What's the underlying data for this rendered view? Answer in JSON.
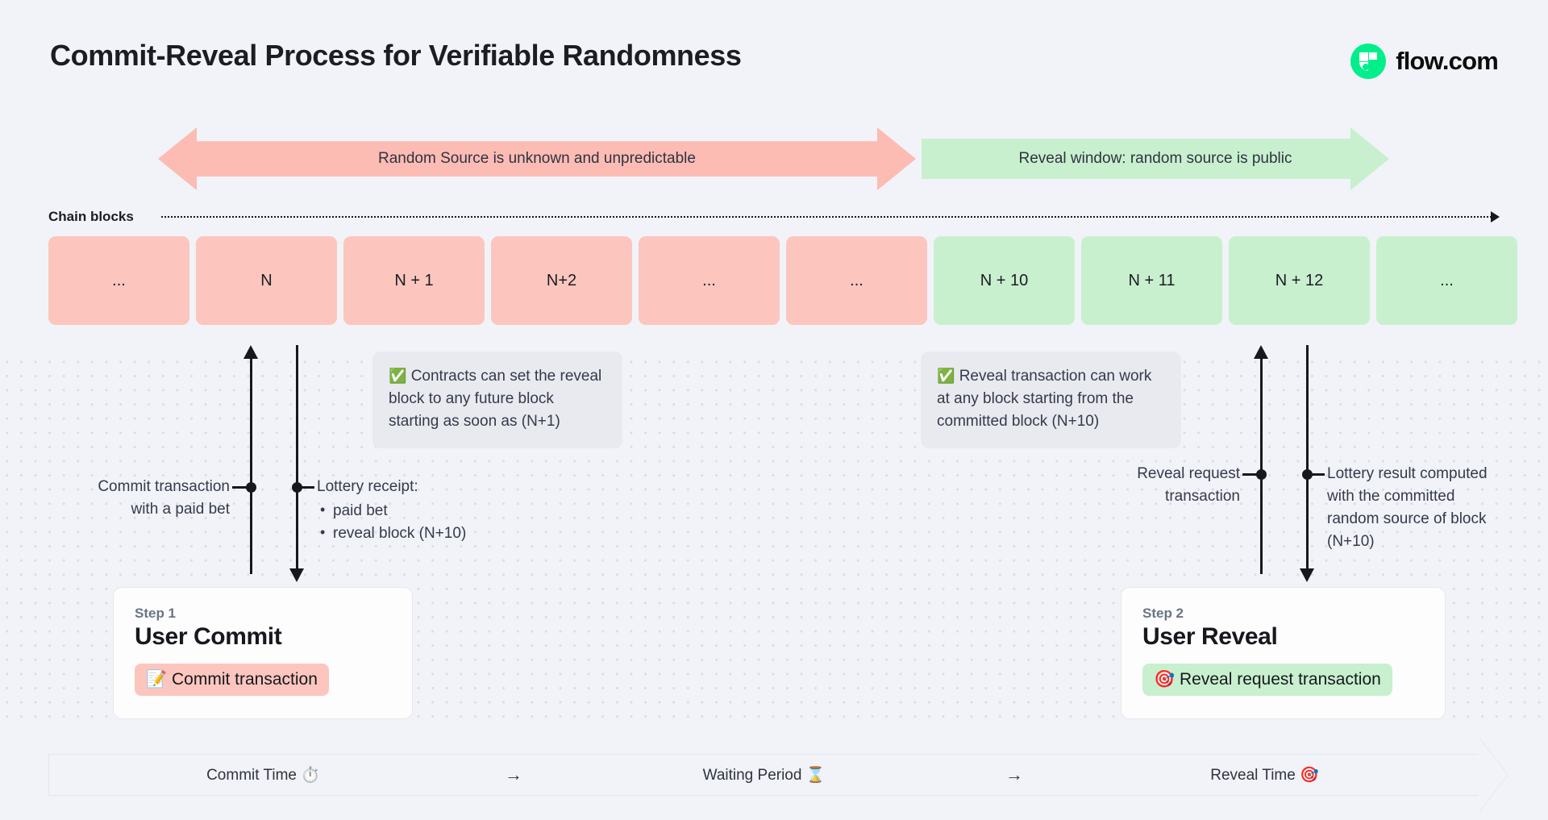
{
  "header": {
    "title": "Commit-Reveal Process for Verifiable Randomness",
    "brand": "flow.com"
  },
  "banners": {
    "unpredictable": "Random Source is unknown and unpredictable",
    "reveal_window": "Reveal window: random source is public"
  },
  "chain": {
    "label": "Chain blocks",
    "blocks": [
      {
        "label": "...",
        "tone": "pink"
      },
      {
        "label": "N",
        "tone": "pink"
      },
      {
        "label": "N + 1",
        "tone": "pink"
      },
      {
        "label": "N+2",
        "tone": "pink"
      },
      {
        "label": "...",
        "tone": "pink"
      },
      {
        "label": "...",
        "tone": "pink"
      },
      {
        "label": "N + 10",
        "tone": "green"
      },
      {
        "label": "N + 11",
        "tone": "green"
      },
      {
        "label": "N + 12",
        "tone": "green"
      },
      {
        "label": "...",
        "tone": "green"
      }
    ]
  },
  "callouts": {
    "check_icon": "✅",
    "contracts": "Contracts can set the reveal block to any future block starting as soon as (N+1)",
    "reveal": "Reveal transaction can work at any block starting from the committed block (N+10)"
  },
  "annotations": {
    "commit": "Commit transaction with a paid bet",
    "receipt_title": "Lottery receipt:",
    "receipt_items": [
      "paid bet",
      "reveal block (N+10)"
    ],
    "reveal_request": "Reveal request transaction",
    "lottery_result": "Lottery result computed with the committed random source of block (N+10)"
  },
  "steps": [
    {
      "kicker": "Step 1",
      "title": "User Commit",
      "pill_icon": "📝",
      "pill_label": "Commit transaction",
      "tone": "pink"
    },
    {
      "kicker": "Step 2",
      "title": "User Reveal",
      "pill_icon": "🎯",
      "pill_label": "Reveal request transaction",
      "tone": "green"
    }
  ],
  "timeline": {
    "phases": [
      "Commit Time ⏱️",
      "Waiting Period ⌛",
      "Reveal Time 🎯"
    ],
    "separator": "→"
  },
  "colors": {
    "pink": "#fcc6be",
    "green": "#c8f0cf",
    "brand_green": "#00ef8b",
    "background": "#f1f3f8",
    "ink": "#16181d",
    "muted": "#6b7385"
  }
}
